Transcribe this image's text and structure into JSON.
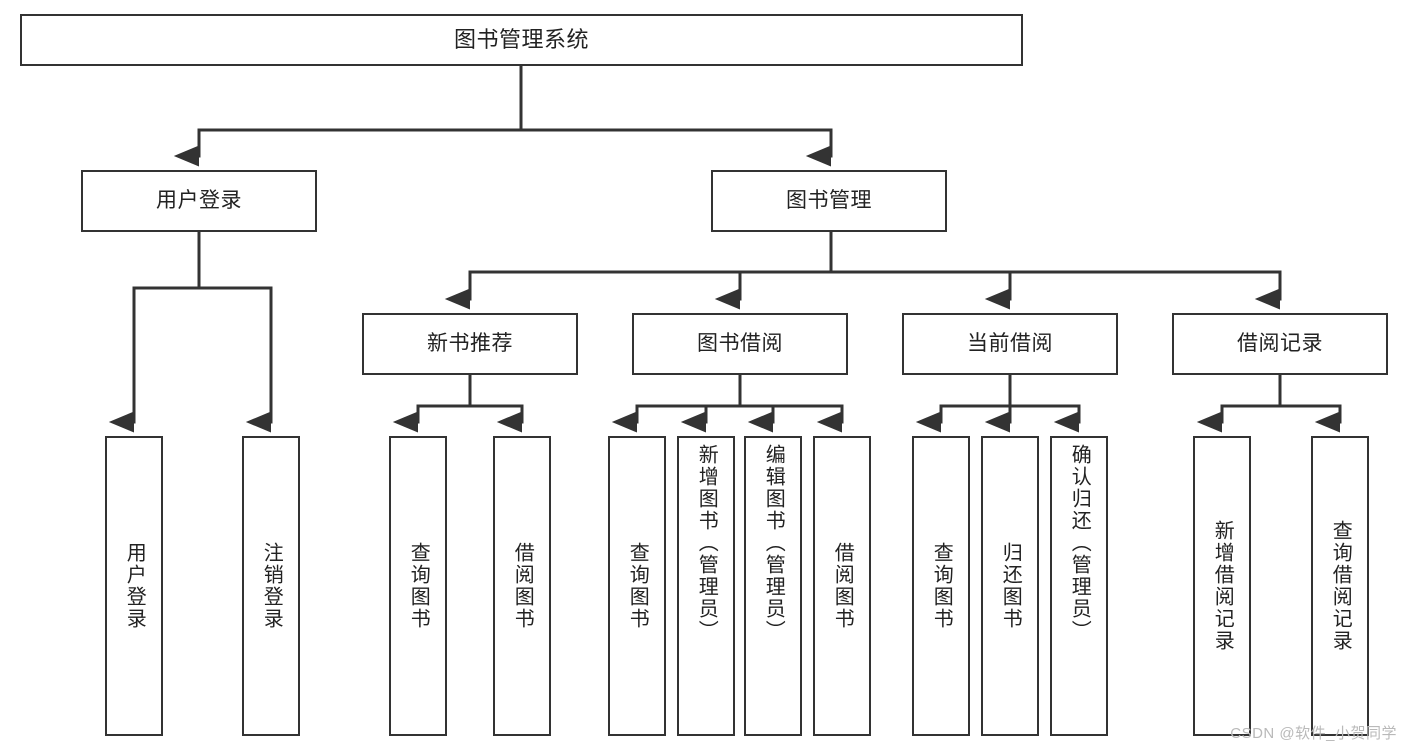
{
  "diagram": {
    "title": "图书管理系统",
    "type": "hierarchy-tree",
    "levels": 4,
    "colors": {
      "box_border": "#333333",
      "box_fill": "#ffffff",
      "connector": "#333333",
      "text": "#222222",
      "background": "#ffffff",
      "watermark": "#b9b9b9"
    },
    "root": {
      "label": "图书管理系统"
    },
    "level2": [
      {
        "label": "用户登录"
      },
      {
        "label": "图书管理"
      }
    ],
    "level3": [
      {
        "label": "新书推荐"
      },
      {
        "label": "图书借阅"
      },
      {
        "label": "当前借阅"
      },
      {
        "label": "借阅记录"
      }
    ],
    "leaves": {
      "user_login": [
        {
          "label": "用户登录"
        },
        {
          "label": "注销登录"
        }
      ],
      "new_book_recommend": [
        {
          "label": "查询图书"
        },
        {
          "label": "借阅图书"
        }
      ],
      "book_borrow": [
        {
          "label": "查询图书"
        },
        {
          "label": "新增图书（管理员）"
        },
        {
          "label": "编辑图书（管理员）"
        },
        {
          "label": "借阅图书"
        }
      ],
      "current_borrow": [
        {
          "label": "查询图书"
        },
        {
          "label": "归还图书"
        },
        {
          "label": "确认归还（管理员）"
        }
      ],
      "borrow_record": [
        {
          "label": "新增借阅记录"
        },
        {
          "label": "查询借阅记录"
        }
      ]
    }
  },
  "watermark": {
    "text": "CSDN @软件_小贺同学"
  }
}
